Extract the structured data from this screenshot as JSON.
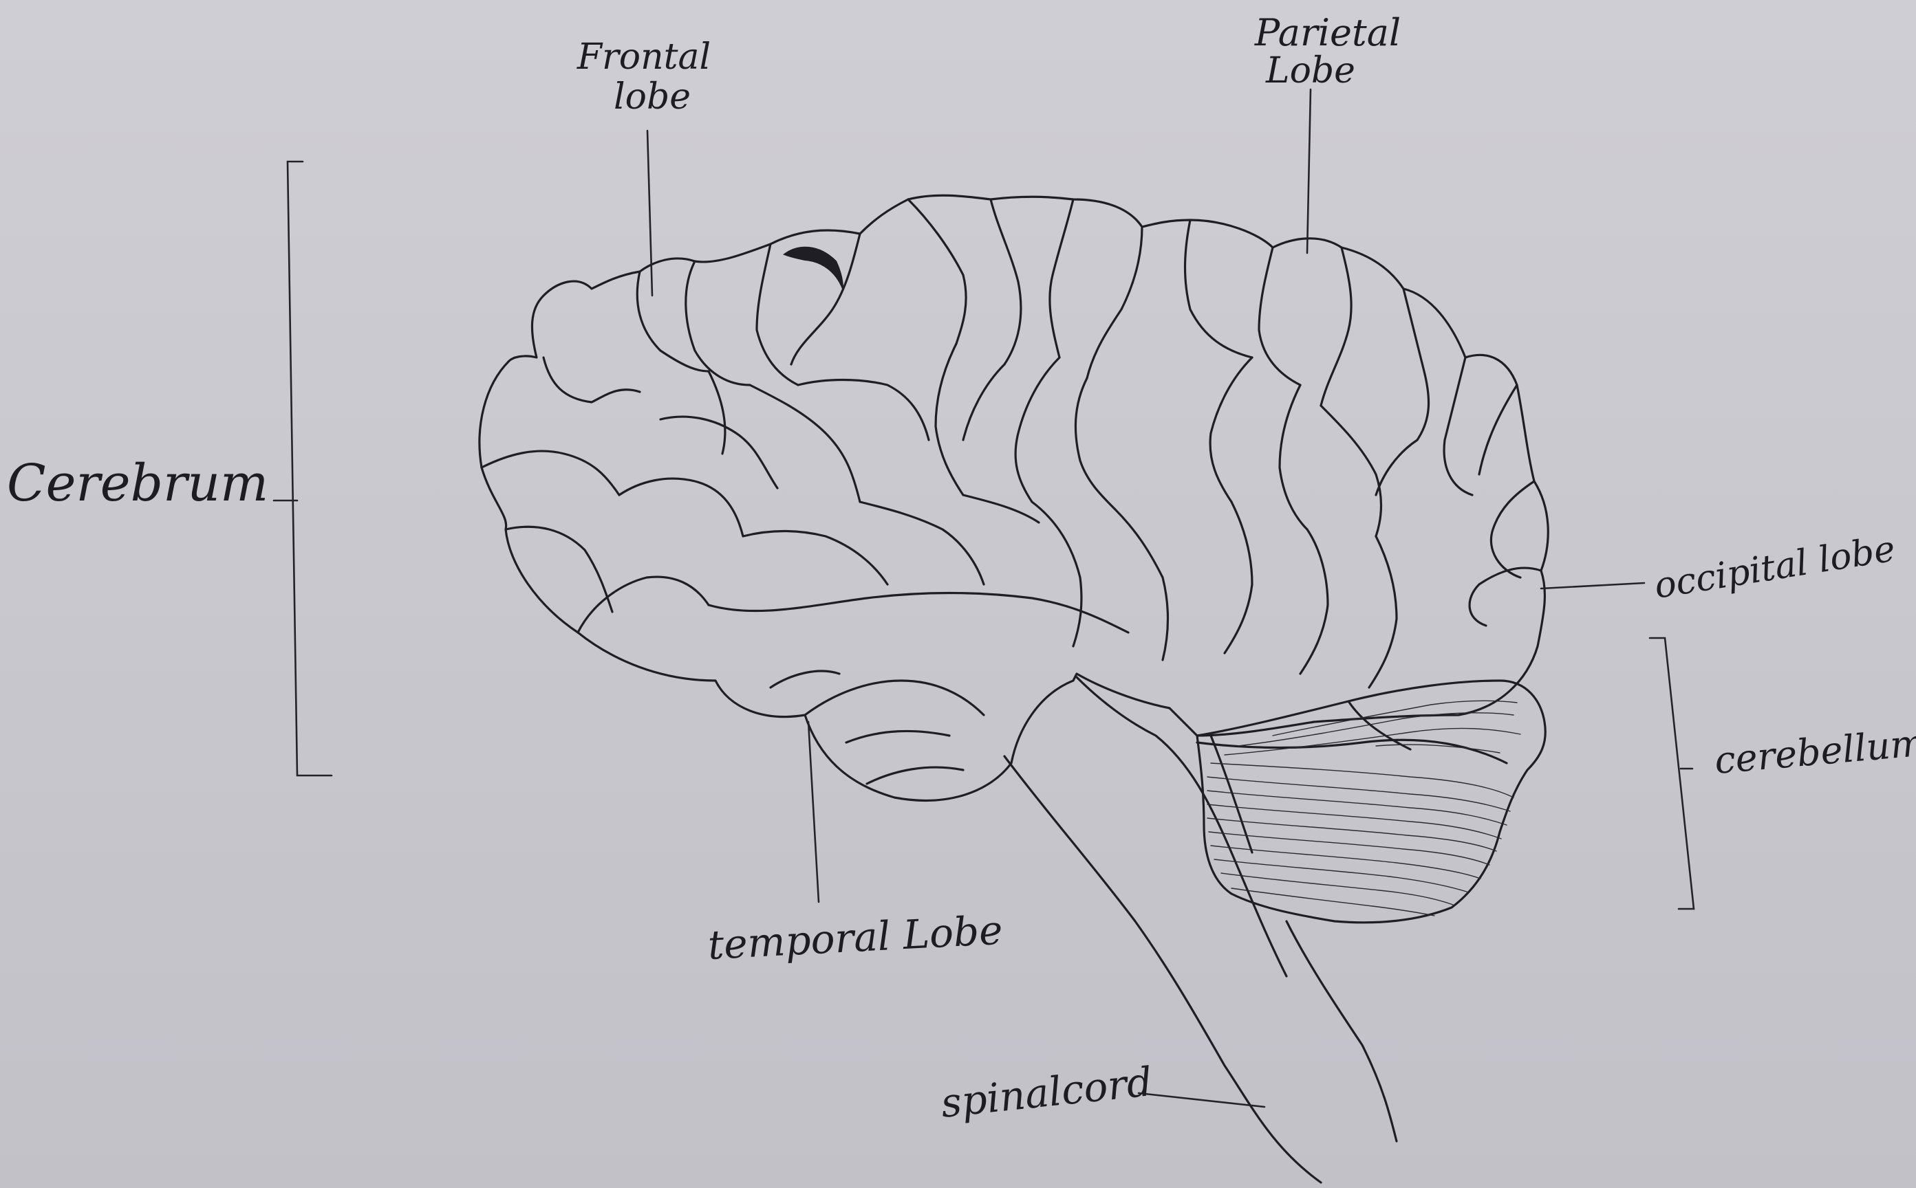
{
  "diagram": {
    "labels": {
      "frontal_lobe_line1": "Frontal",
      "frontal_lobe_line2": "lobe",
      "parietal_lobe_line1": "Parietal",
      "parietal_lobe_line2": "Lobe",
      "cerebrum": "Cerebrum",
      "occipital_lobe": "occipital lobe",
      "cerebellum": "cerebellum",
      "temporal_lobe": "temporal Lobe",
      "spinal_cord": "spinalcord"
    },
    "colors": {
      "paper": "#c9c8ce",
      "ink": "#1e1e24"
    }
  }
}
